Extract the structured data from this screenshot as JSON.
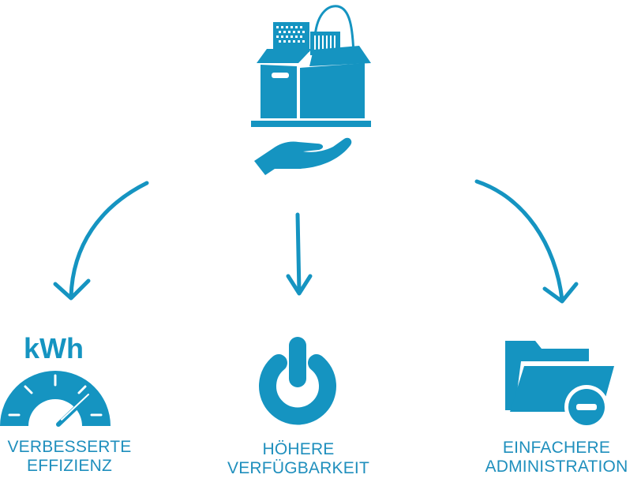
{
  "colors": {
    "accent": "#1594c1",
    "label": "#1f8fbd",
    "background": "#ffffff"
  },
  "top_icon": {
    "icon": "hand-holding-box-icon"
  },
  "arrows": [
    "arrow-left",
    "arrow-center",
    "arrow-right"
  ],
  "benefits": [
    {
      "icon": "speedometer-kwh-icon",
      "icon_text": "kWh",
      "line1": "VERBESSERTE",
      "line2": "EFFIZIENZ"
    },
    {
      "icon": "power-icon",
      "line1": "HÖHERE",
      "line2": "VERFÜGBARKEIT"
    },
    {
      "icon": "folder-minus-icon",
      "line1": "EINFACHERE",
      "line2": "ADMINISTRATION"
    }
  ]
}
